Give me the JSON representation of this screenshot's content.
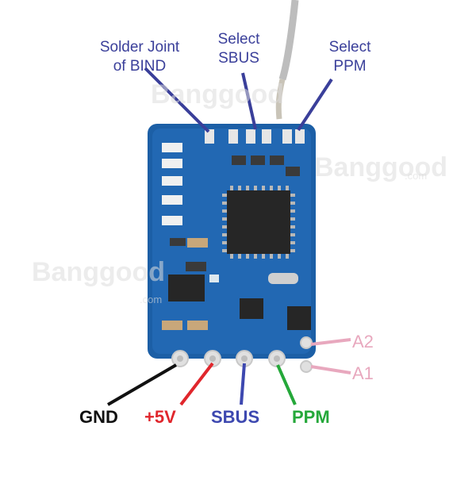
{
  "callouts": {
    "bind": {
      "line1": "Solder Joint",
      "line2": "of BIND"
    },
    "sbus_select": {
      "line1": "Select",
      "line2": "SBUS"
    },
    "ppm_select": {
      "line1": "Select",
      "line2": "PPM"
    }
  },
  "pins": {
    "gnd": "GND",
    "vcc": "+5V",
    "sbus": "SBUS",
    "ppm": "PPM",
    "a2": "A2",
    "a1": "A1"
  },
  "watermark": {
    "brand": "Banggood",
    "domain": ".com"
  },
  "colors": {
    "callout_text": "#3a3f9a",
    "gnd": "#111111",
    "vcc": "#e0262c",
    "sbus": "#3d48b0",
    "ppm": "#25a83a",
    "analog": "#e8a8be",
    "pcb": "#1c5fa6",
    "pcb_dark": "#154a86"
  }
}
